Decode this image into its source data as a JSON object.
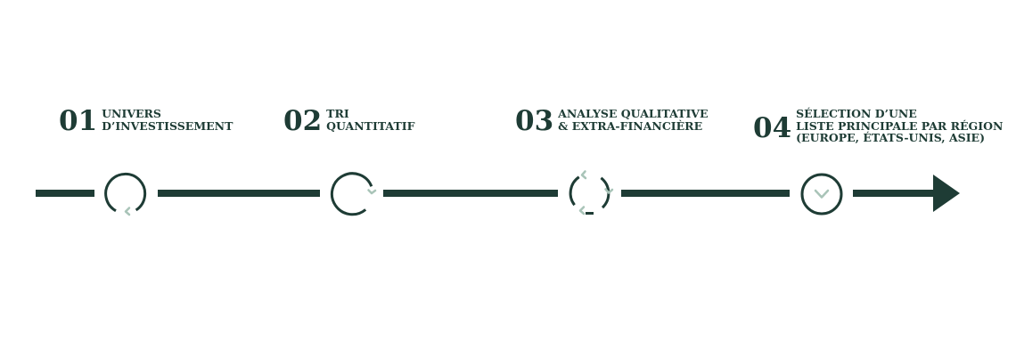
{
  "colors": {
    "dark": "#1e3c35",
    "accent": "#a9c4b8"
  },
  "steps": [
    {
      "number": "01",
      "label_lines": [
        "UNIVERS",
        "D’INVESTISSEMENT"
      ],
      "icon": "refresh-single-arrow-icon"
    },
    {
      "number": "02",
      "label_lines": [
        "TRI",
        "QUANTITATIF"
      ],
      "icon": "sort-single-arrow-icon"
    },
    {
      "number": "03",
      "label_lines": [
        "ANALYSE QUALITATIVE",
        "& EXTRA-FINANCIÈRE"
      ],
      "icon": "cycle-double-arrow-icon"
    },
    {
      "number": "04",
      "label_lines": [
        "SÉLECTION D’UNE",
        "LISTE PRINCIPALE PAR RÉGION",
        "(EUROPE, ÉTATS-UNIS, ASIE)"
      ],
      "icon": "check-circle-icon"
    }
  ]
}
